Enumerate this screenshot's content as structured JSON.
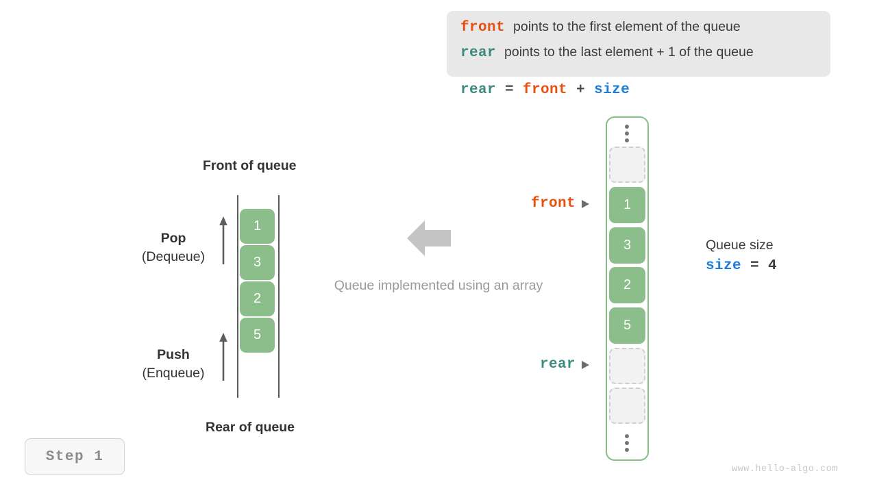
{
  "legend": {
    "lines": [
      {
        "key": "front",
        "key_color": "#e8500f",
        "text": "points to the first element of the queue"
      },
      {
        "key": "rear",
        "key_color": "#3d8b80",
        "text": "points to the last element + 1 of the queue"
      }
    ]
  },
  "formula": {
    "rear": "rear",
    "equals": " = ",
    "front": "front",
    "plus": " + ",
    "size": "size"
  },
  "left_queue": {
    "top_label": "Front of queue",
    "bottom_label": "Rear of queue",
    "cells": [
      "1",
      "3",
      "2",
      "5"
    ],
    "pop": {
      "name": "Pop",
      "sub": "(Dequeue)"
    },
    "push": {
      "name": "Push",
      "sub": "(Enqueue)"
    }
  },
  "center": {
    "caption": "Queue implemented using an array",
    "arrow_direction": "left"
  },
  "array": {
    "top_ellipsis": "vertical-ellipsis",
    "bottom_ellipsis": "vertical-ellipsis",
    "slots": [
      {
        "state": "empty",
        "value": ""
      },
      {
        "state": "filled",
        "value": "1"
      },
      {
        "state": "filled",
        "value": "3"
      },
      {
        "state": "filled",
        "value": "2"
      },
      {
        "state": "filled",
        "value": "5"
      },
      {
        "state": "empty",
        "value": ""
      },
      {
        "state": "empty",
        "value": ""
      }
    ],
    "pointers": {
      "front": "front",
      "rear": "rear"
    }
  },
  "queue_size": {
    "title": "Queue size",
    "var": "size",
    "expr_tail": " = 4",
    "value": 4
  },
  "step_badge": "Step 1",
  "watermark": "www.hello-algo.com",
  "colors": {
    "front": "#e8500f",
    "rear": "#3d8b80",
    "size": "#1c7ed6",
    "cell_green": "#8cbe8c",
    "container_green": "#86bf86",
    "muted": "#9a9a9a"
  }
}
